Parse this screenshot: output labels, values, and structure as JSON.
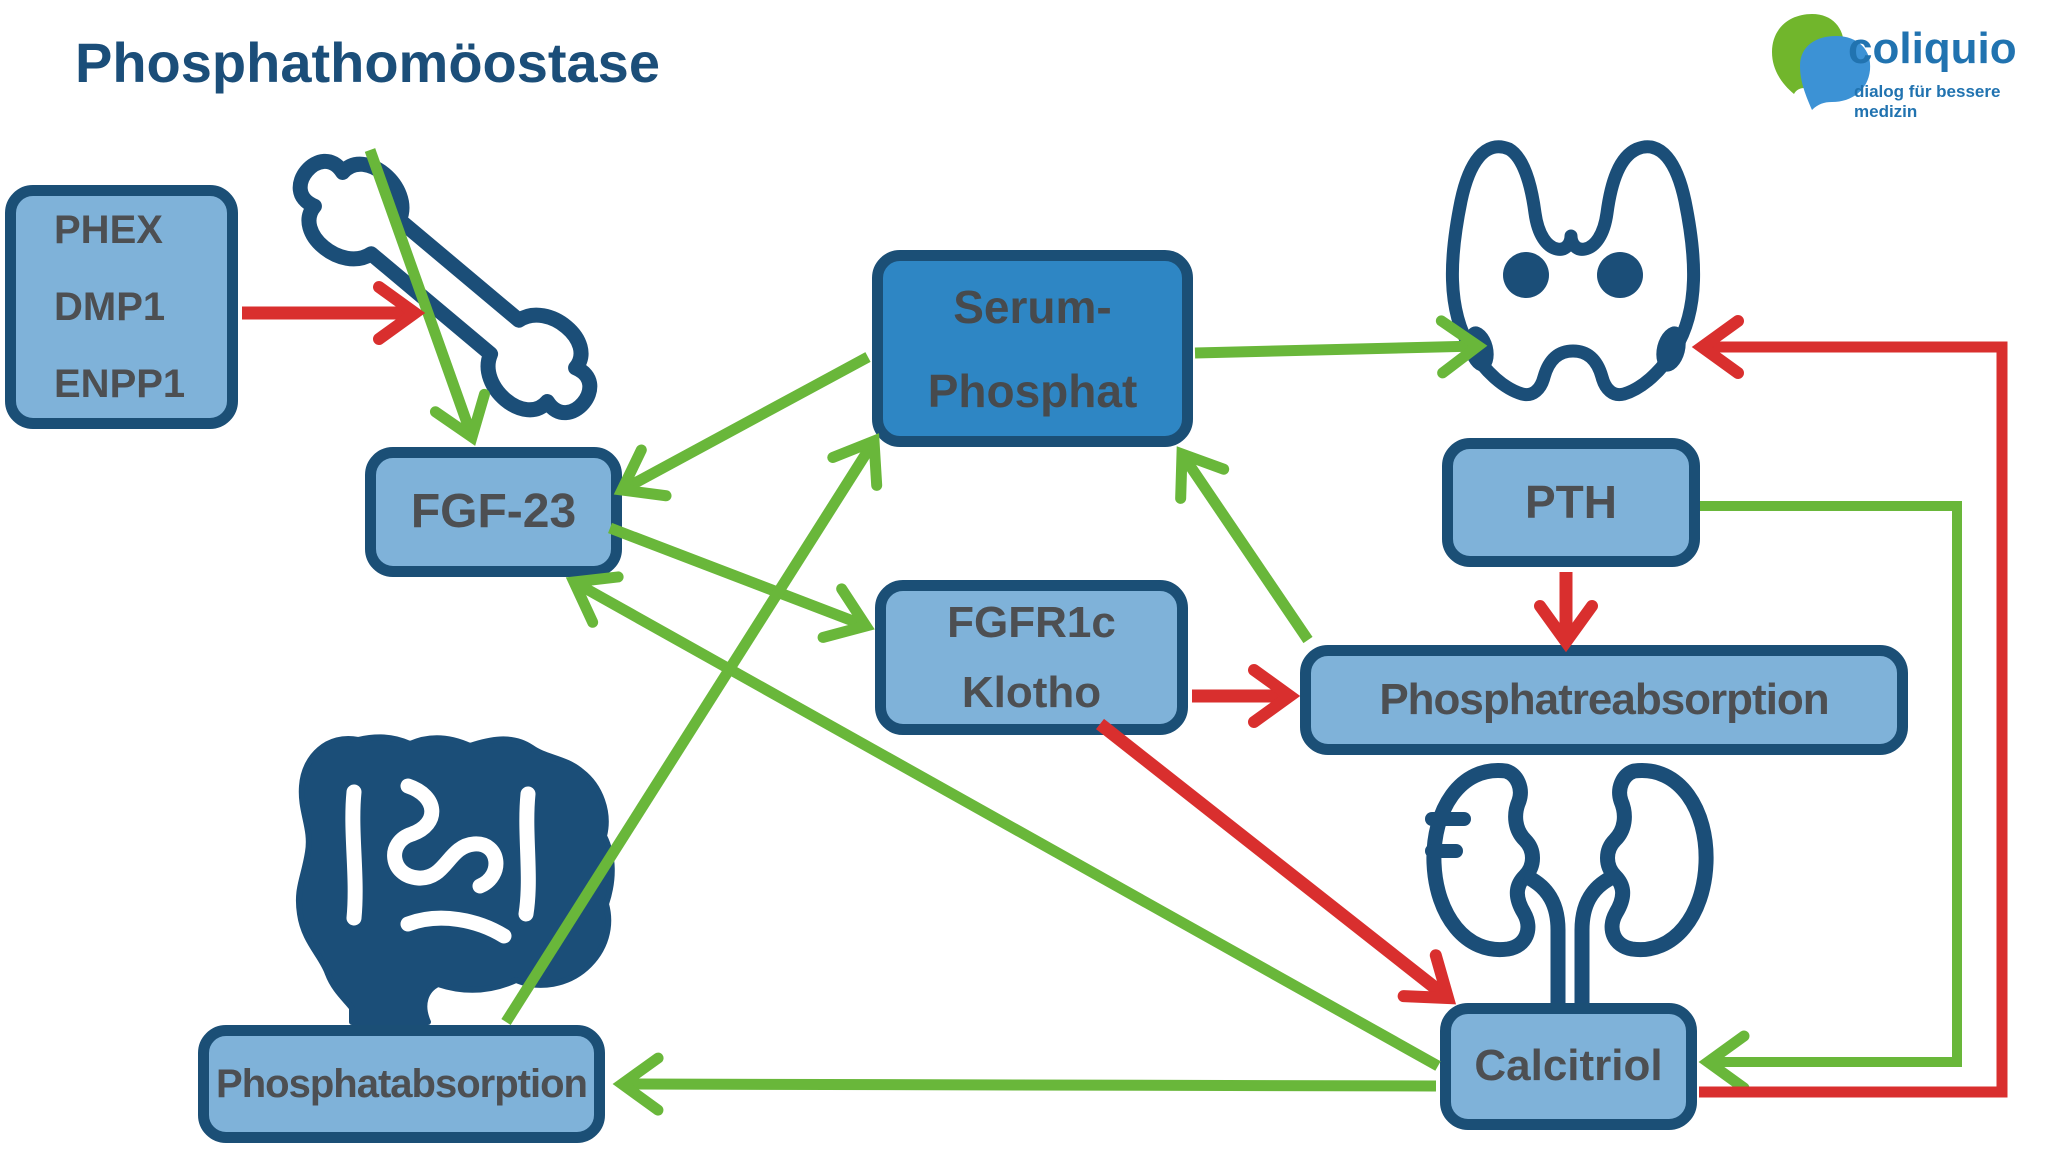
{
  "title": "Phosphathomöostase",
  "logo": {
    "brand": "coliquio",
    "tagline": "dialog für bessere medizin"
  },
  "nodes": {
    "phex": {
      "lines": [
        "PHEX",
        "DMP1",
        "ENPP1"
      ]
    },
    "fgf23": {
      "label": "FGF-23"
    },
    "serum_phosphat": {
      "lines": [
        "Serum-",
        "Phosphat"
      ]
    },
    "fgfr1c_klotho": {
      "lines": [
        "FGFR1c",
        "Klotho"
      ]
    },
    "pth": {
      "label": "PTH"
    },
    "phosphatreabsorption": {
      "label": "Phosphatreabsorption"
    },
    "phosphatabsorption": {
      "label": "Phosphatabsorption"
    },
    "calcitriol": {
      "label": "Calcitriol"
    }
  },
  "icons": {
    "bone": "bone-icon",
    "parathyroid": "thyroid-parathyroid-icon",
    "kidneys": "kidneys-icon",
    "intestine": "intestine-icon"
  },
  "colors": {
    "node_fill": "#7fb2d9",
    "node_fill_dark": "#2e86c4",
    "node_border": "#1b4f76",
    "icon_navy": "#1b4e78",
    "arrow_green": "#69b73a",
    "arrow_red": "#d92f2e",
    "title_text": "#1b4e79",
    "label_text": "#4d4f52",
    "logo_blue": "#2173b0",
    "logo_leaf_green": "#71b62c",
    "logo_leaf_blue": "#3c92d5"
  },
  "arrows": [
    {
      "from": "bone",
      "to": "fgf23",
      "color": "green"
    },
    {
      "from": "serum_phosphat",
      "to": "fgf23",
      "color": "green"
    },
    {
      "from": "fgf23",
      "to": "fgfr1c_klotho",
      "color": "green"
    },
    {
      "from": "calcitriol",
      "to": "fgf23",
      "color": "green"
    },
    {
      "from": "phosphatabsorption",
      "to": "serum_phosphat",
      "color": "green"
    },
    {
      "from": "phosphatreabsorption",
      "to": "serum_phosphat",
      "color": "green"
    },
    {
      "from": "serum_phosphat",
      "to": "parathyroid",
      "color": "green"
    },
    {
      "from": "pth",
      "to": "calcitriol",
      "color": "green"
    },
    {
      "from": "calcitriol",
      "to": "phosphatabsorption",
      "color": "green"
    },
    {
      "from": "phex",
      "to": "bone",
      "color": "red"
    },
    {
      "from": "pth",
      "to": "phosphatreabsorption",
      "color": "red"
    },
    {
      "from": "fgfr1c_klotho",
      "to": "phosphatreabsorption",
      "color": "red"
    },
    {
      "from": "fgfr1c_klotho",
      "to": "calcitriol",
      "color": "red"
    },
    {
      "from": "calcitriol",
      "to": "parathyroid",
      "color": "red"
    }
  ]
}
